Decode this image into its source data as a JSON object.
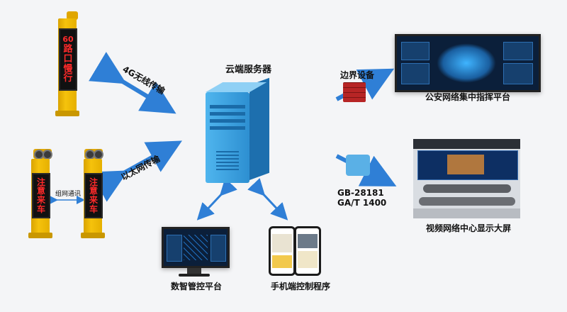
{
  "server": {
    "title": "云端服务器"
  },
  "links": {
    "wireless": "4G无线传输",
    "ethernet": "以太网传输",
    "mesh": "组网通讯"
  },
  "signs": {
    "top": {
      "speed": "60",
      "chars": [
        "路",
        "口",
        "慢",
        "行"
      ]
    },
    "left": {
      "chars": [
        "注",
        "意",
        "来",
        "车"
      ]
    },
    "right": {
      "chars": [
        "注",
        "意",
        "来",
        "车"
      ]
    }
  },
  "nodes": {
    "firewall": "边界设备",
    "police_platform": "公安网络集中指挥平台",
    "protocols": [
      "GB-28181",
      "GA/T 1400"
    ],
    "video_wall": "视频网络中心显示大屏",
    "digital_platform": "数智管控平台",
    "mobile_app": "手机端控制程序"
  },
  "colors": {
    "arrow": "#2f7fd6",
    "server": "#3aa0e0",
    "pole": "#f2bd0b",
    "led": "#ff2a2a"
  }
}
